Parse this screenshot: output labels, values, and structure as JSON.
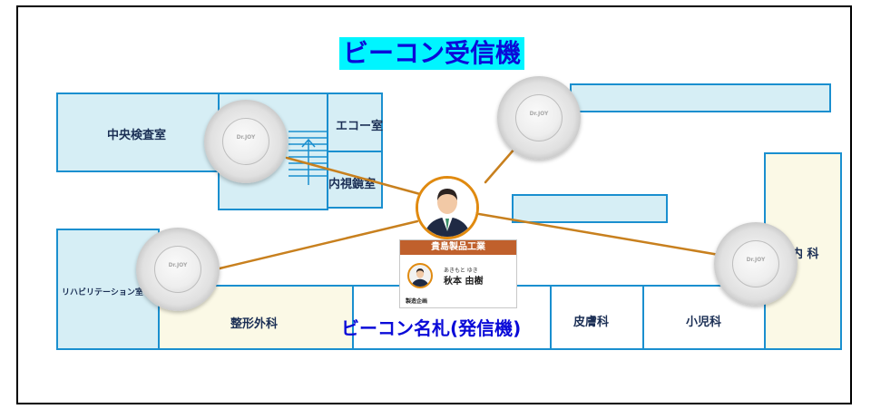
{
  "title": "ビーコン受信機",
  "caption": "ビーコン名札(発信機)",
  "rooms": {
    "central_lab": "中央検査室",
    "echo": "エコー室",
    "endoscopy": "内視鏡室",
    "rehab": "リハビリテーション室",
    "orthopedics": "整形外科",
    "dermatology": "皮膚科",
    "pediatrics": "小児科",
    "internal": "内 科"
  },
  "badge": {
    "company": "貴島製品工業",
    "ruby": "あきもと ゆき",
    "name": "秋本 由樹",
    "department": "製造企画"
  },
  "beacon_logo": "Dr.JOY",
  "colors": {
    "title_bg": "#00f5ff",
    "title_text": "#0b0bd8",
    "connection_line": "#c8801e",
    "room_border": "#1a8fcf",
    "room_fill": "#d6eef5",
    "room_fill_yellow": "#fbf9e6",
    "badge_header": "#c0602c"
  }
}
